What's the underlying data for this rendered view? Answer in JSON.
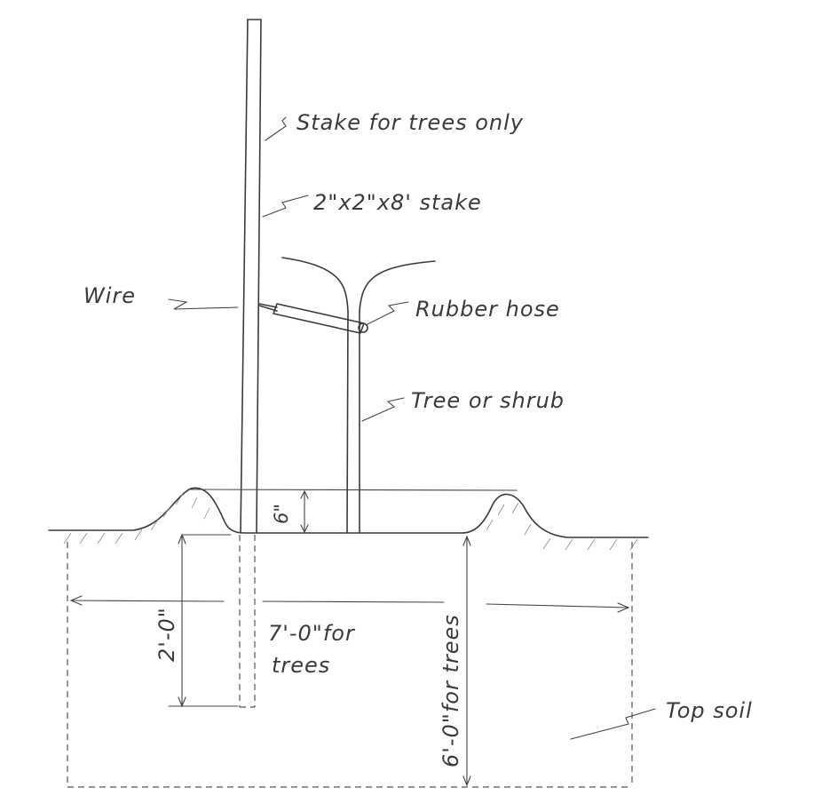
{
  "labels": {
    "stake_note": "Stake for trees only",
    "stake_size": "2\"x2\"x8' stake",
    "wire": "Wire",
    "rubber_hose": "Rubber hose",
    "tree": "Tree or shrub",
    "dim_mound": "6\"",
    "dim_stake_depth": "2'-0\"",
    "dim_width_line1": "7'-0\"for",
    "dim_width_line2": "trees",
    "dim_pit_depth": "6'-0\"for trees",
    "top_soil": "Top soil"
  }
}
